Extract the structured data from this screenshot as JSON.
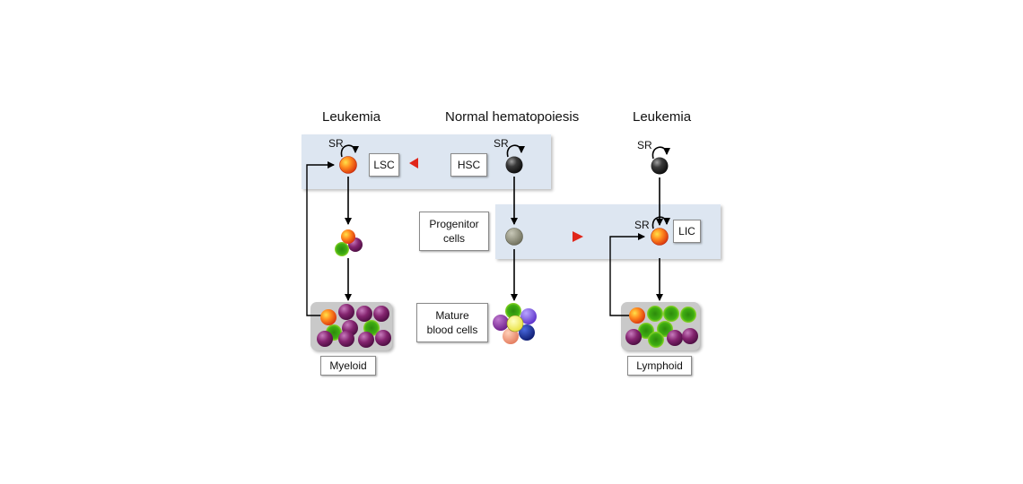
{
  "headers": {
    "left": "Leukemia",
    "center": "Normal hematopoiesis",
    "right": "Leukemia"
  },
  "labels": {
    "sr": "SR",
    "lsc": "LSC",
    "hsc": "HSC",
    "lic": "LIC",
    "progenitor_line1": "Progenitor",
    "progenitor_line2": "cells",
    "mature_line1": "Mature",
    "mature_line2": "blood cells",
    "myeloid": "Myeloid",
    "lymphoid": "Lymphoid"
  },
  "colors": {
    "band": "#dde6f1",
    "leukemic_cell": "#f26b1d",
    "stem_cell": "#2a2a2a",
    "progenitor_cell": "#8f8f7a",
    "myeloid_purple": "#7a1f6e",
    "lymphoid_green": "#3aa21a",
    "transform_arrow": "#e23a1a"
  }
}
